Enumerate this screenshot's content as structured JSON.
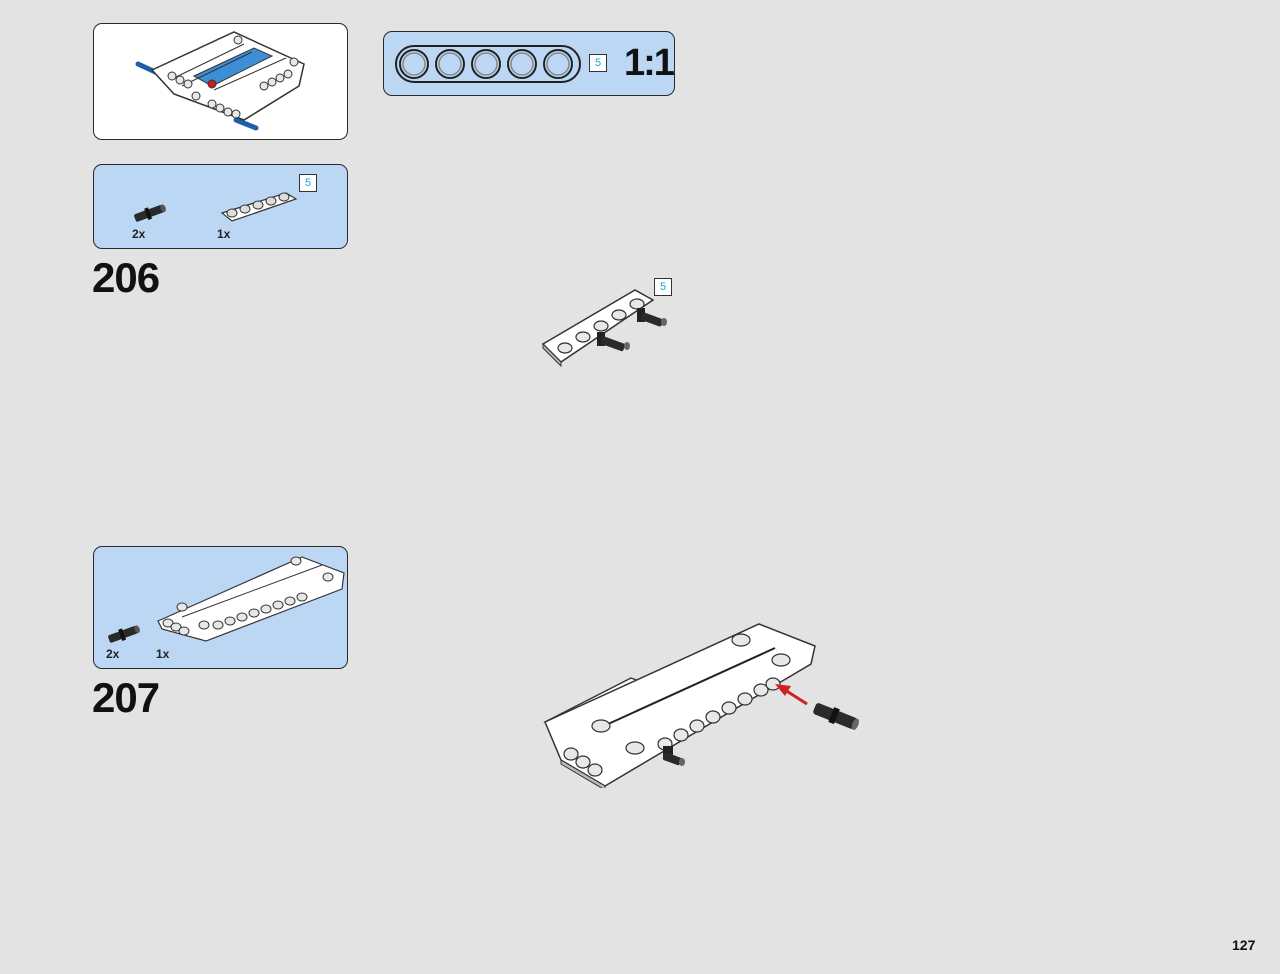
{
  "scale_box": {
    "length_label": "5",
    "ratio_label": "1:1"
  },
  "step_206": {
    "number": "206",
    "parts": [
      {
        "qty": "2x",
        "part": "black-friction-pin"
      },
      {
        "qty": "1x",
        "part": "white-beam-5",
        "length_label": "5"
      }
    ],
    "model_length_label": "5"
  },
  "step_207": {
    "number": "207",
    "parts": [
      {
        "qty": "2x",
        "part": "black-friction-pin"
      },
      {
        "qty": "1x",
        "part": "white-panel-assembly"
      }
    ]
  },
  "colors": {
    "background": "#e3e3e3",
    "callout_blue": "#bcd7f3",
    "arrow_red": "#d22020",
    "accent_blue": "#1f6fc0"
  },
  "page": {
    "number": "127"
  }
}
